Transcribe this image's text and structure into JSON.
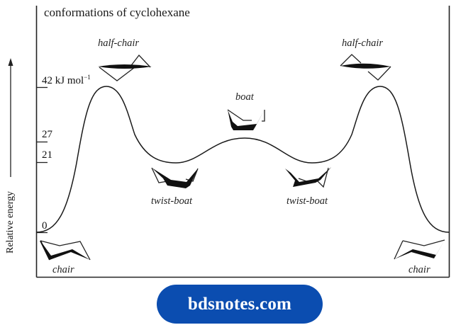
{
  "title": "conformations of cyclohexane",
  "y_axis": {
    "label": "Relative energy",
    "direction_arrow": "up-arrow-icon"
  },
  "energy_levels": [
    {
      "value": "42",
      "unit": "kJ mol",
      "unit_sup": "−1"
    },
    {
      "value": "27"
    },
    {
      "value": "21"
    },
    {
      "value": "0"
    }
  ],
  "conformations": {
    "chair_left": "chair",
    "half_chair_left": "half-chair",
    "twist_boat_left": "twist-boat",
    "boat": "boat",
    "twist_boat_right": "twist-boat",
    "half_chair_right": "half-chair",
    "chair_right": "chair"
  },
  "watermark": {
    "text": "bdsnotes.com",
    "color": "#0b4db0"
  },
  "chart_data": {
    "type": "line",
    "title": "conformations of cyclohexane",
    "xlabel": "",
    "ylabel": "Relative energy",
    "yunit": "kJ mol-1",
    "ylim": [
      0,
      45
    ],
    "yticks": [
      0,
      21,
      27,
      42
    ],
    "grid": false,
    "legend": null,
    "categories": [
      "chair",
      "half-chair",
      "twist-boat",
      "boat",
      "twist-boat",
      "half-chair",
      "chair"
    ],
    "values": [
      0,
      42,
      21,
      27,
      21,
      42,
      0
    ],
    "annotations": [
      "chair",
      "half-chair",
      "twist-boat",
      "boat",
      "twist-boat",
      "half-chair",
      "chair"
    ]
  }
}
